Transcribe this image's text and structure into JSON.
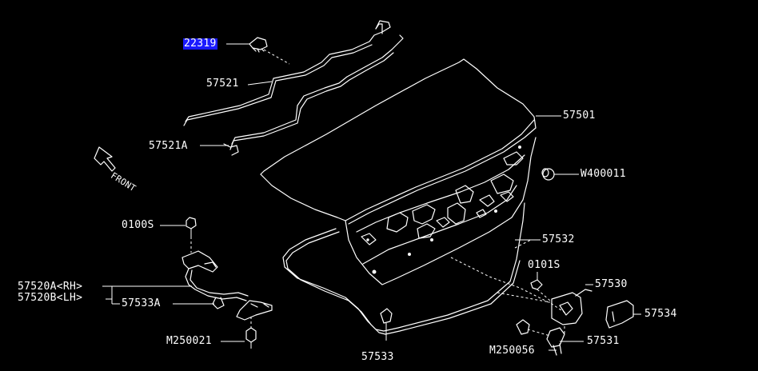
{
  "labels": {
    "p22319": "22319",
    "p57521": "57521",
    "p57521A": "57521A",
    "front": "FRONT",
    "p57501": "57501",
    "pW400011": "W400011",
    "p0100S": "0100S",
    "p57532": "57532",
    "p0101S": "0101S",
    "p57520A": "57520A<RH>",
    "p57520B": "57520B<LH>",
    "p57533A": "57533A",
    "p57530": "57530",
    "p57534": "57534",
    "pM250021": "M250021",
    "p57531": "57531",
    "pM250056": "M250056",
    "p57533": "57533"
  },
  "colors": {
    "background": "#000000",
    "linework": "#ffffff",
    "highlight": "#1a1aff"
  }
}
